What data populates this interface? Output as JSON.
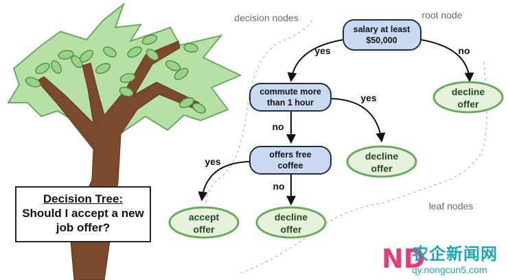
{
  "title": {
    "line1": "Decision Tree:",
    "line2": "Should I accept a new",
    "line3": "job offer?"
  },
  "annotations": {
    "decision_nodes": "decision nodes",
    "root_node": "root node",
    "leaf_nodes": "leaf nodes"
  },
  "nodes": {
    "salary": [
      "salary at least",
      "$50,000"
    ],
    "commute": [
      "commute more",
      "than 1 hour"
    ],
    "coffee": [
      "offers free",
      "coffee"
    ],
    "decline_root": [
      "decline",
      "offer"
    ],
    "decline_commute": [
      "decline",
      "offer"
    ],
    "accept": [
      "accept",
      "offer"
    ],
    "decline_coffee": [
      "decline",
      "offer"
    ]
  },
  "edges": {
    "salary_yes": "yes",
    "salary_no": "no",
    "commute_yes": "yes",
    "commute_no": "no",
    "coffee_yes": "yes",
    "coffee_no": "no"
  },
  "watermark": {
    "logo": "ND",
    "chinese": "农企新闻网",
    "url": "qy.nongcun5.com"
  },
  "colors": {
    "decision_fill": "#c9daf2",
    "decision_stroke": "#1f2d3d",
    "leaf_fill": "#e6f2dc",
    "leaf_stroke": "#6aaa5e",
    "leaf_text": "#1f4d1a",
    "trunk": "#7b4a2d",
    "leaf_green": "#9ad28a",
    "label": "#6b6b6b"
  }
}
